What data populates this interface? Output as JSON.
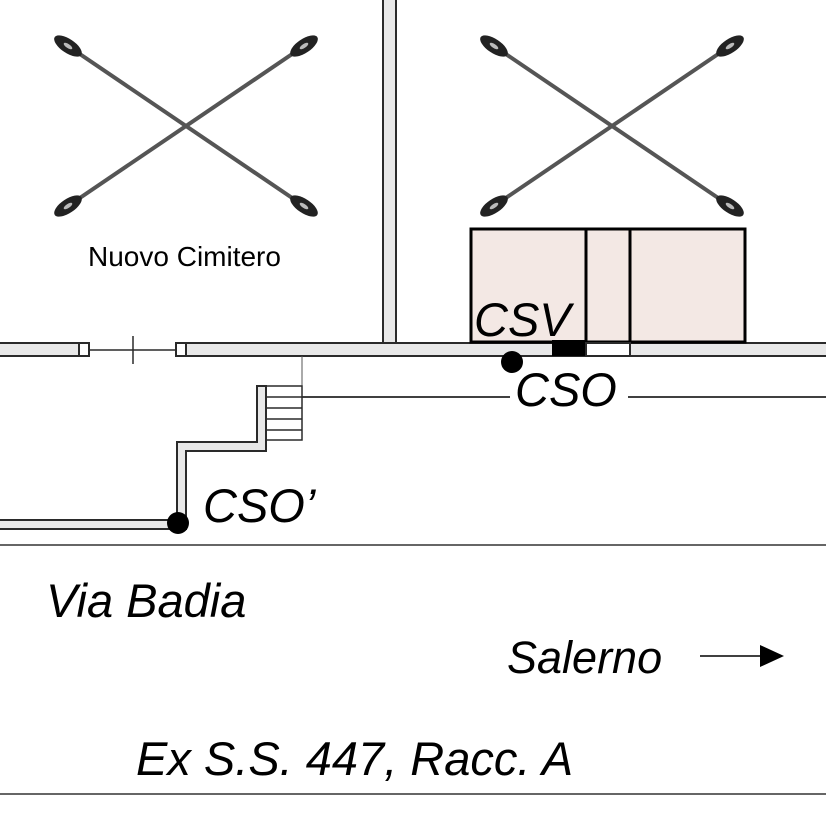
{
  "labels": {
    "cemetery": "Nuovo Cimitero",
    "csv": "CSV",
    "cso": "CSO",
    "cso_prime": "CSO’",
    "street_main": "Via Badia",
    "direction": "Salerno",
    "street_bottom": "Ex S.S. 447, Racc. A"
  },
  "icons": {
    "grave_markers": "crossed-bones-icon",
    "direction_arrow": "arrow-right-icon"
  },
  "colors": {
    "building_fill": "#f3e8e4",
    "wall_fill": "#e8e8e8",
    "line": "#000000"
  }
}
